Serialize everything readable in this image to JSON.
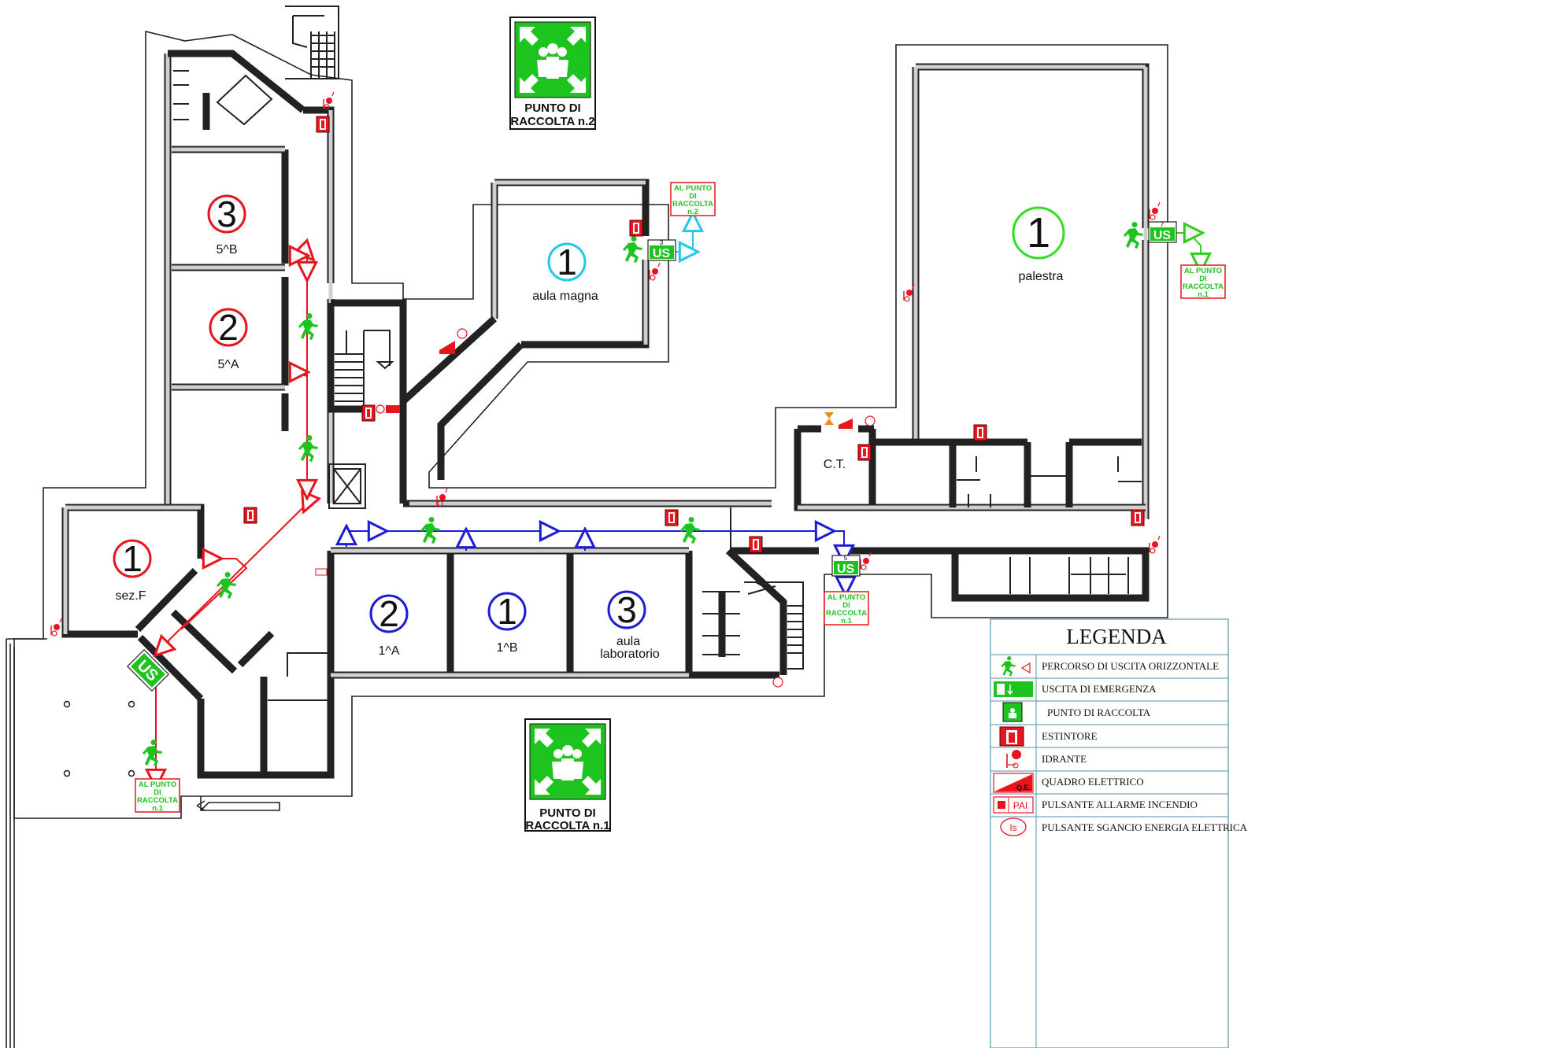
{
  "rooms": [
    {
      "id": "5b",
      "number": "3",
      "label": "5^B",
      "color": "#e8141e"
    },
    {
      "id": "5a",
      "number": "2",
      "label": "5^A",
      "color": "#e8141e"
    },
    {
      "id": "sezf",
      "number": "1",
      "label": "sez.F",
      "color": "#e8141e"
    },
    {
      "id": "1a",
      "number": "2",
      "label": "1^A",
      "color": "#1d1dd6"
    },
    {
      "id": "1b",
      "number": "1",
      "label": "1^B",
      "color": "#1d1dd6"
    },
    {
      "id": "lab",
      "number": "3",
      "label": "aula",
      "label2": "laboratorio",
      "color": "#1d1dd6"
    },
    {
      "id": "magna",
      "number": "1",
      "label": "aula magna",
      "color": "#22c8e8"
    },
    {
      "id": "palestra",
      "number": "1",
      "label": "palestra",
      "color": "#33dd22"
    }
  ],
  "ct_label": "C.T.",
  "exit_sign_text": "US",
  "exit_numbers": {
    "magna": "3",
    "palestra": "7",
    "corridor": "5"
  },
  "rally_tags": {
    "magna": [
      "AL PUNTO",
      "DI",
      "RACCOLTA",
      "n.2"
    ],
    "palestra": [
      "AL PUNTO",
      "DI",
      "RACCOLTA",
      "n.1"
    ],
    "corridor": [
      "AL PUNTO",
      "DI",
      "RACCOLTA",
      "n.1"
    ],
    "sezf": [
      "AL PUNTO",
      "DI",
      "RACCOLTA",
      "n.1"
    ]
  },
  "assembly_points": [
    {
      "line1": "PUNTO DI",
      "line2": "RACCOLTA n.2"
    },
    {
      "line1": "PUNTO DI",
      "line2": "RACCOLTA n.1"
    }
  ],
  "legend": {
    "title": "LEGENDA",
    "items": [
      {
        "icon": "running-person-arrow-icon",
        "label": "PERCORSO DI USCITA ORIZZONTALE"
      },
      {
        "icon": "emergency-exit-icon",
        "label": "USCITA DI EMERGENZA"
      },
      {
        "icon": "assembly-point-icon",
        "label": "PUNTO DI RACCOLTA"
      },
      {
        "icon": "fire-extinguisher-icon",
        "label": "ESTINTORE"
      },
      {
        "icon": "hydrant-icon",
        "label": "IDRANTE"
      },
      {
        "icon": "electrical-panel-icon",
        "label": "QUADRO ELETTRICO",
        "glyph": "Q.E."
      },
      {
        "icon": "fire-alarm-button-icon",
        "label": "PULSANTE ALLARME INCENDIO",
        "glyph": "PAI"
      },
      {
        "icon": "power-cutoff-button-icon",
        "label": "PULSANTE SGANCIO ENERGIA ELETTRICA",
        "glyph": "Is"
      }
    ]
  },
  "colors": {
    "evac_red": "#e8141e",
    "evac_blue": "#1d1dd6",
    "evac_cyan": "#22c8e8",
    "evac_green": "#33cc22",
    "sign_green": "#1ec41e",
    "legend_border": "#6fa8b8"
  }
}
